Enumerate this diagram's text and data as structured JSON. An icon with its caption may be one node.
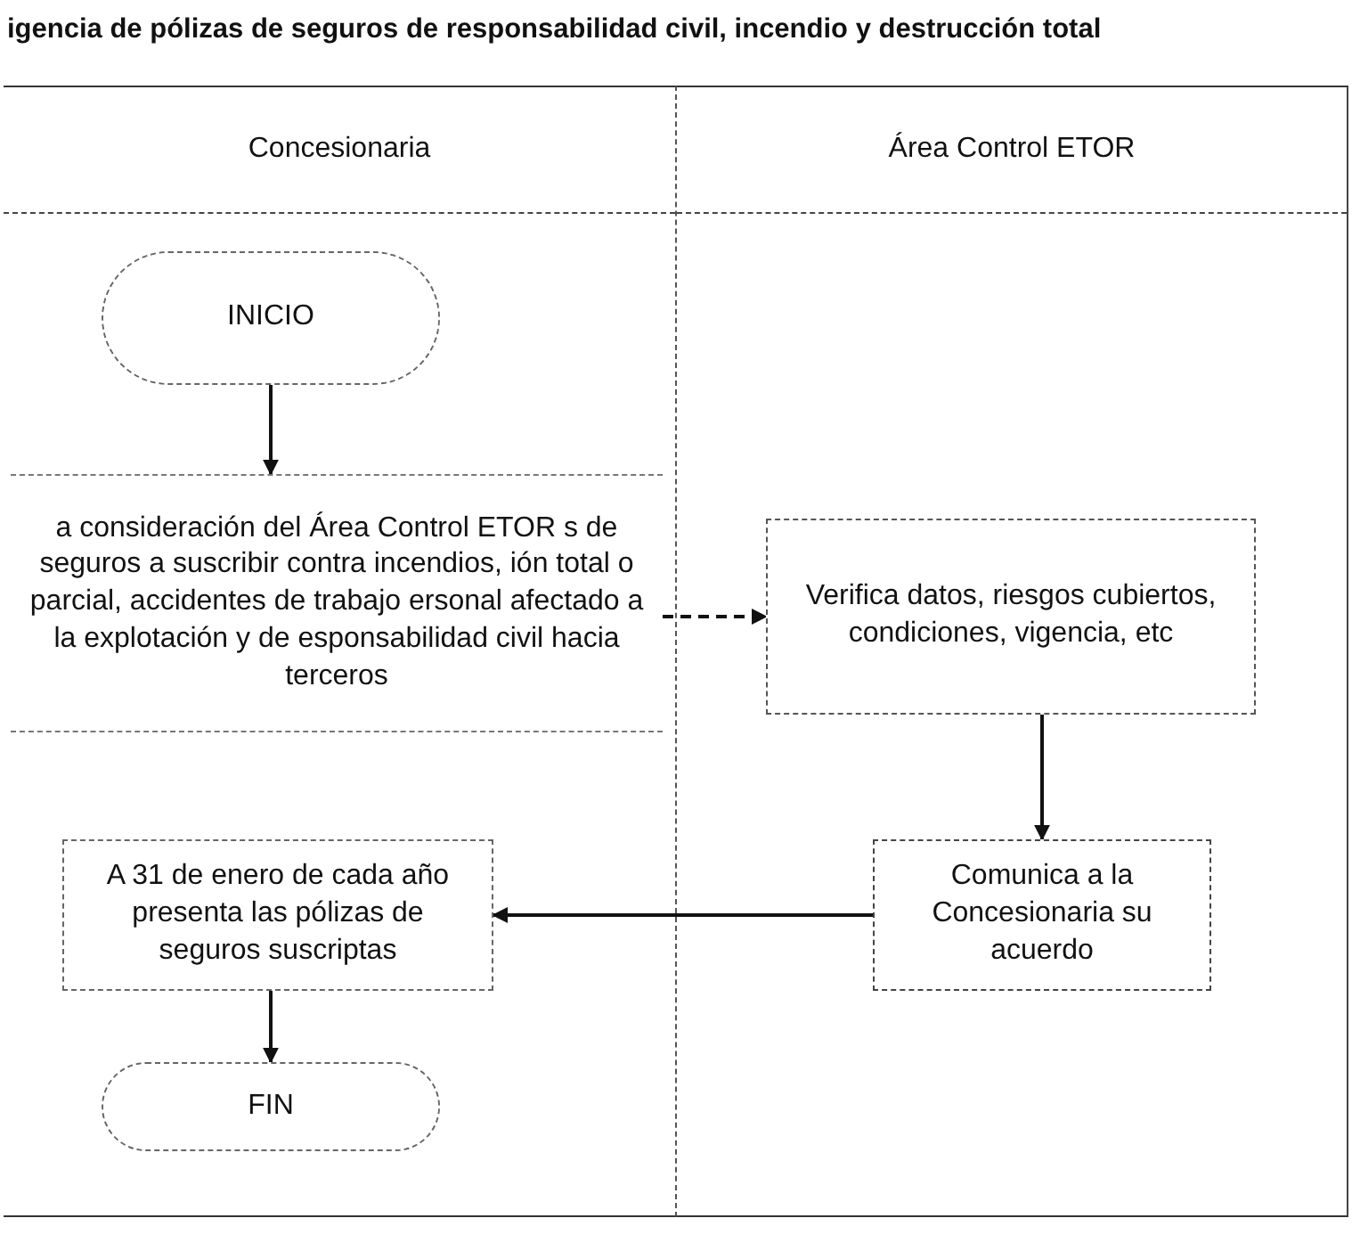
{
  "diagram": {
    "title": "igencia de pólizas de seguros de responsabilidad civil, incendio y destrucción total",
    "nodes": [
      {
        "text": [
          "Concesionaria"
        ]
      },
      {
        "text": [
          "Área Control ETOR"
        ]
      },
      {
        "text": [
          "INICIO"
        ],
        "in": 0
      },
      {
        "text": [
          "a consideración del Área Control ETOR s de seguros a suscribir contra incendios, ión total o parcial, accidentes de trabajo ersonal afectado a la explotación y de esponsabilidad civil hacia terceros"
        ],
        "in": 0
      },
      {
        "text": [
          "Verifica datos, riesgos cubiertos, condiciones, vigencia, etc"
        ],
        "in": 1
      },
      {
        "text": [
          "Comunica a la Concesionaria su acuerdo"
        ],
        "in": 1
      },
      {
        "text": [
          "A 31 de enero de cada año presenta las pólizas de seguros suscriptas"
        ],
        "in": 0
      },
      {
        "text": [
          "FIN"
        ],
        "in": 0
      }
    ],
    "edges": [
      {
        "from": 2,
        "to": 3,
        "arrow": "to"
      },
      {
        "from": 3,
        "to": 4,
        "arrow": "to",
        "style": "dashed"
      },
      {
        "from": 4,
        "to": 5,
        "arrow": "to"
      },
      {
        "from": 5,
        "to": 6,
        "arrow": "to"
      },
      {
        "from": 6,
        "to": 7,
        "arrow": "to"
      }
    ]
  }
}
